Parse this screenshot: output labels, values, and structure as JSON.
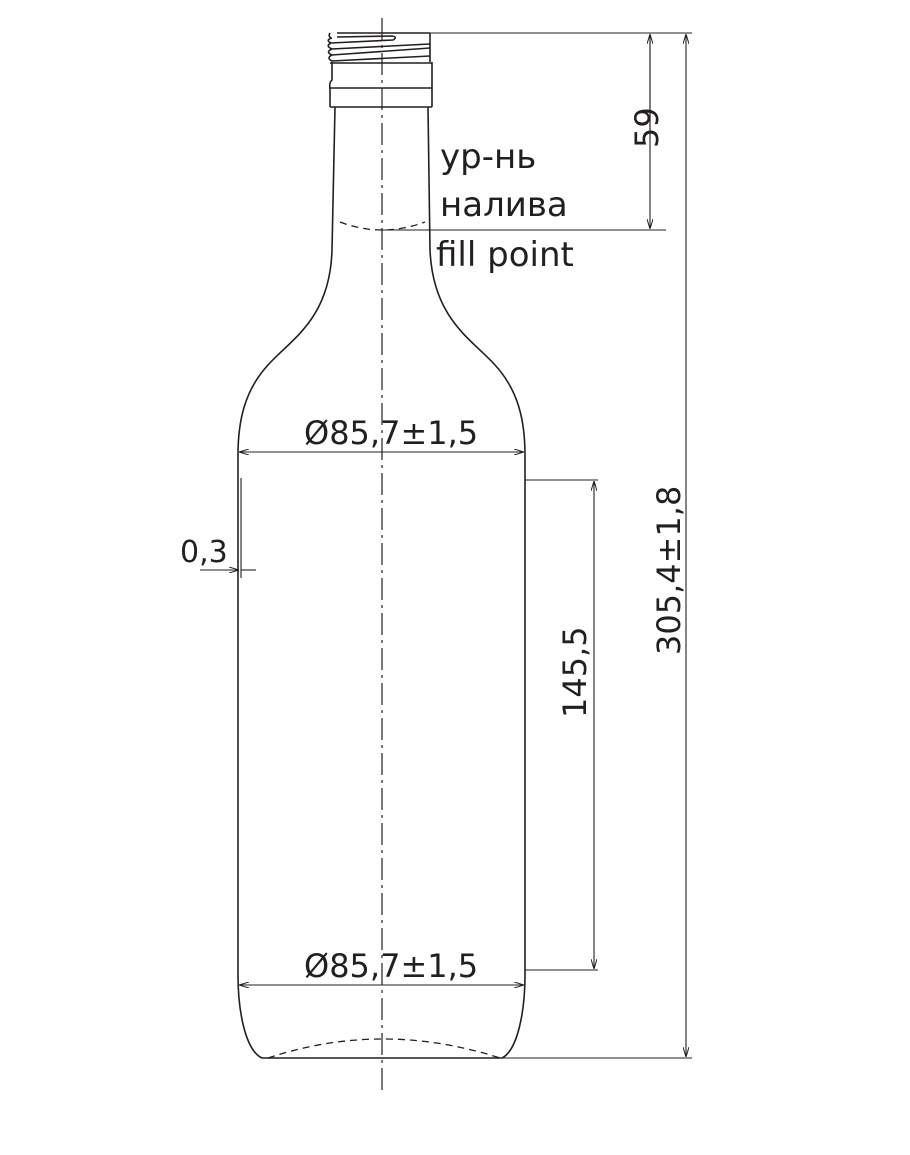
{
  "labels": {
    "fill_level_ru_line1": "ур-нь",
    "fill_level_ru_line2": "налива",
    "fill_point_en": "fill point"
  },
  "dimensions": {
    "fill_point_depth": "59",
    "diameter_upper": "Ø85,7±1,5",
    "diameter_lower": "Ø85,7±1,5",
    "label_panel_height": "145,5",
    "overall_height": "305,4±1,8",
    "offset": "0,3"
  }
}
